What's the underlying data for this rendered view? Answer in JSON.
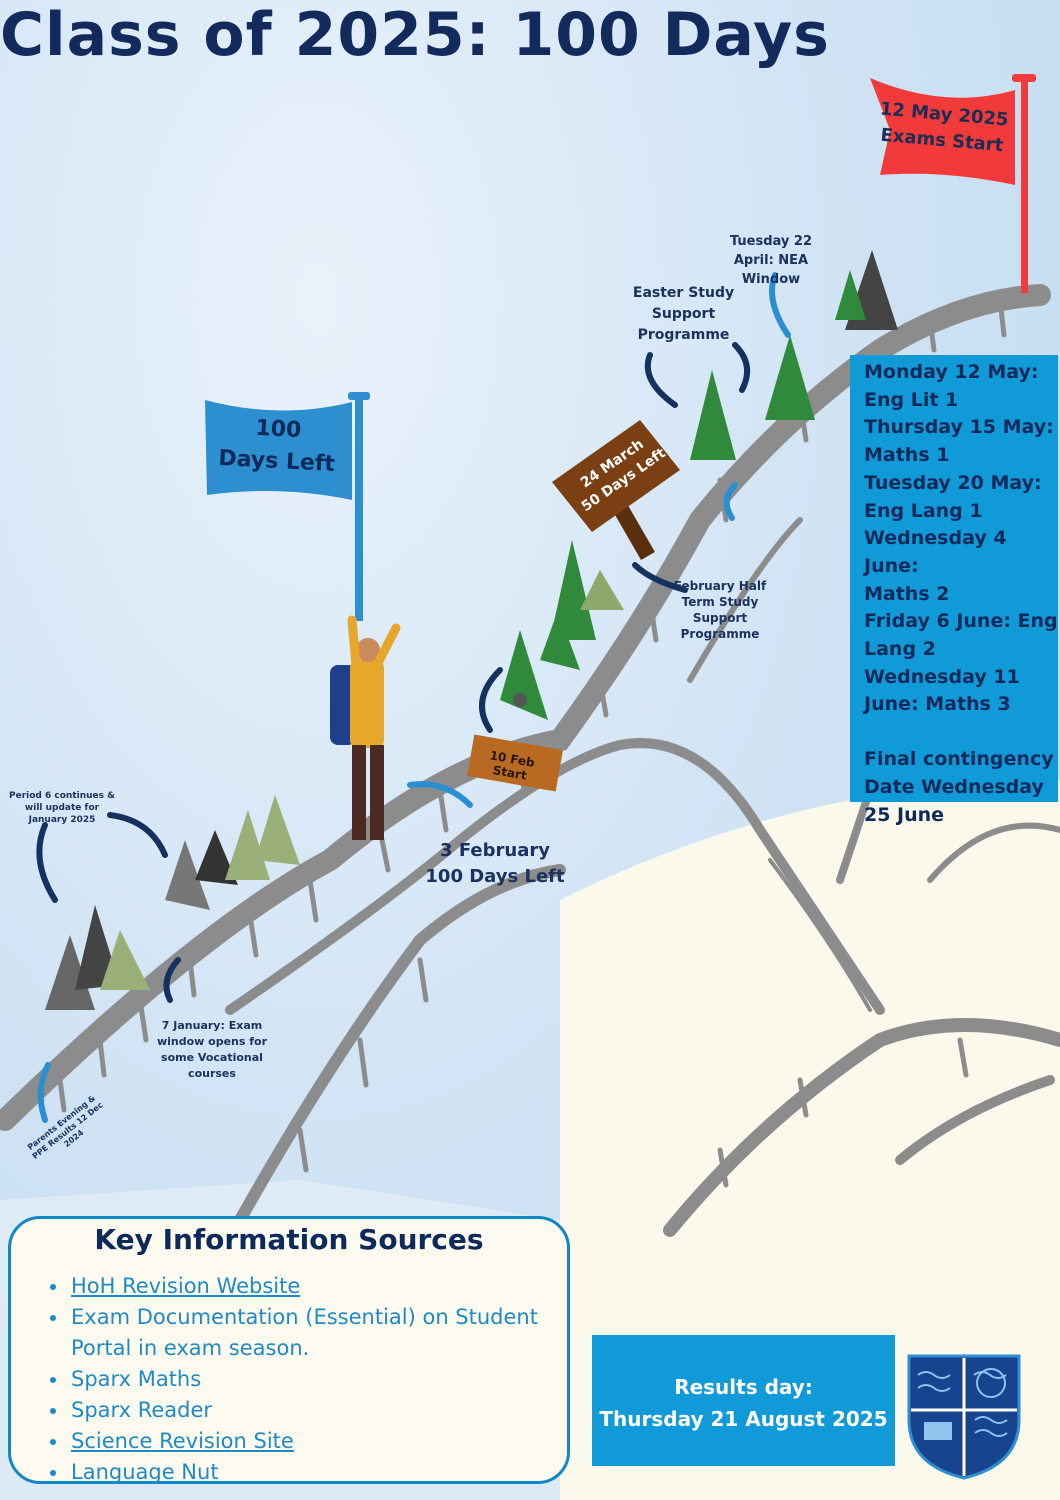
{
  "title": "Class of 2025: 100 Days",
  "colors": {
    "accent_blue": "#109ad8",
    "navy": "#0d2a5a",
    "flag_red": "#f23a3a",
    "mountain_grey": "#8c8c8c",
    "sign_brown": "#7a3f12",
    "tree_green": "#2f8a3c"
  },
  "flags": {
    "exams_start": {
      "line1": "12 May 2025",
      "line2": "Exams Start"
    },
    "hundred_days": {
      "line1": "100",
      "line2": "Days Left"
    }
  },
  "signs": {
    "march": {
      "line1": "24 March",
      "line2": "50 Days Left"
    },
    "february": {
      "line1": "10 Feb",
      "line2": "Start"
    }
  },
  "milestones": {
    "nea": "Tuesday 22 April: NEA Window",
    "easter": "Easter Study Support Programme",
    "feb_half_term": "February Half Term Study Support Programme",
    "three_feb": "3 February 100 Days Left",
    "period6": "Period 6 continues & will update for January 2025",
    "seven_jan": "7 January: Exam window opens for some Vocational courses",
    "parents_evening": "Parents Evening & PPE Results 12 Dec 2024"
  },
  "exam_dates": [
    "Monday 12 May:",
    "Eng Lit 1",
    "Thursday 15 May:",
    "Maths 1",
    "Tuesday 20 May:",
    "Eng Lang 1",
    "Wednesday 4 June:",
    "Maths 2",
    "Friday 6 June: Eng",
    "Lang 2",
    "Wednesday 11",
    "June: Maths 3",
    "",
    "Final contingency",
    "Date Wednesday",
    "25 June"
  ],
  "info": {
    "heading": "Key Information Sources",
    "items": [
      {
        "label": "HoH Revision Website",
        "link": true
      },
      {
        "label": "Exam Documentation (Essential) on Student Portal in exam season.",
        "link": false
      },
      {
        "label": "Sparx Maths",
        "link": false
      },
      {
        "label": "Sparx Reader",
        "link": false
      },
      {
        "label": "Science Revision Site",
        "link": true
      },
      {
        "label": "Language Nut",
        "link": false
      }
    ]
  },
  "results": {
    "line1": "Results day:",
    "line2": "Thursday 21 August 2025"
  },
  "icons": [
    "school-crest-icon",
    "arrow-icon",
    "tree-icon",
    "climber-figure",
    "flag-icon",
    "signpost-icon"
  ]
}
